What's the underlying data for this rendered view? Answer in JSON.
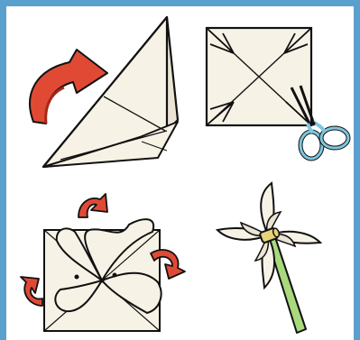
{
  "title": "",
  "colors": {
    "frame": "#5aa0cc",
    "paper": "#f7f2e6",
    "paper_shade": "#ebe4d4",
    "outline": "#111111",
    "arrow": "#e04a35",
    "arrow_shade": "#a5281b",
    "scissors": "#7ec6df",
    "stick": "#a8d97c",
    "pin": "#e6d27a"
  },
  "steps": [
    {
      "id": 1,
      "icon": "folded-triangle-with-fold-arrow"
    },
    {
      "id": 2,
      "icon": "square-with-diagonal-cuts-and-scissors"
    },
    {
      "id": 3,
      "icon": "folding-corners-to-center-with-arrows"
    },
    {
      "id": 4,
      "icon": "finished-pinwheel-on-stick"
    }
  ]
}
